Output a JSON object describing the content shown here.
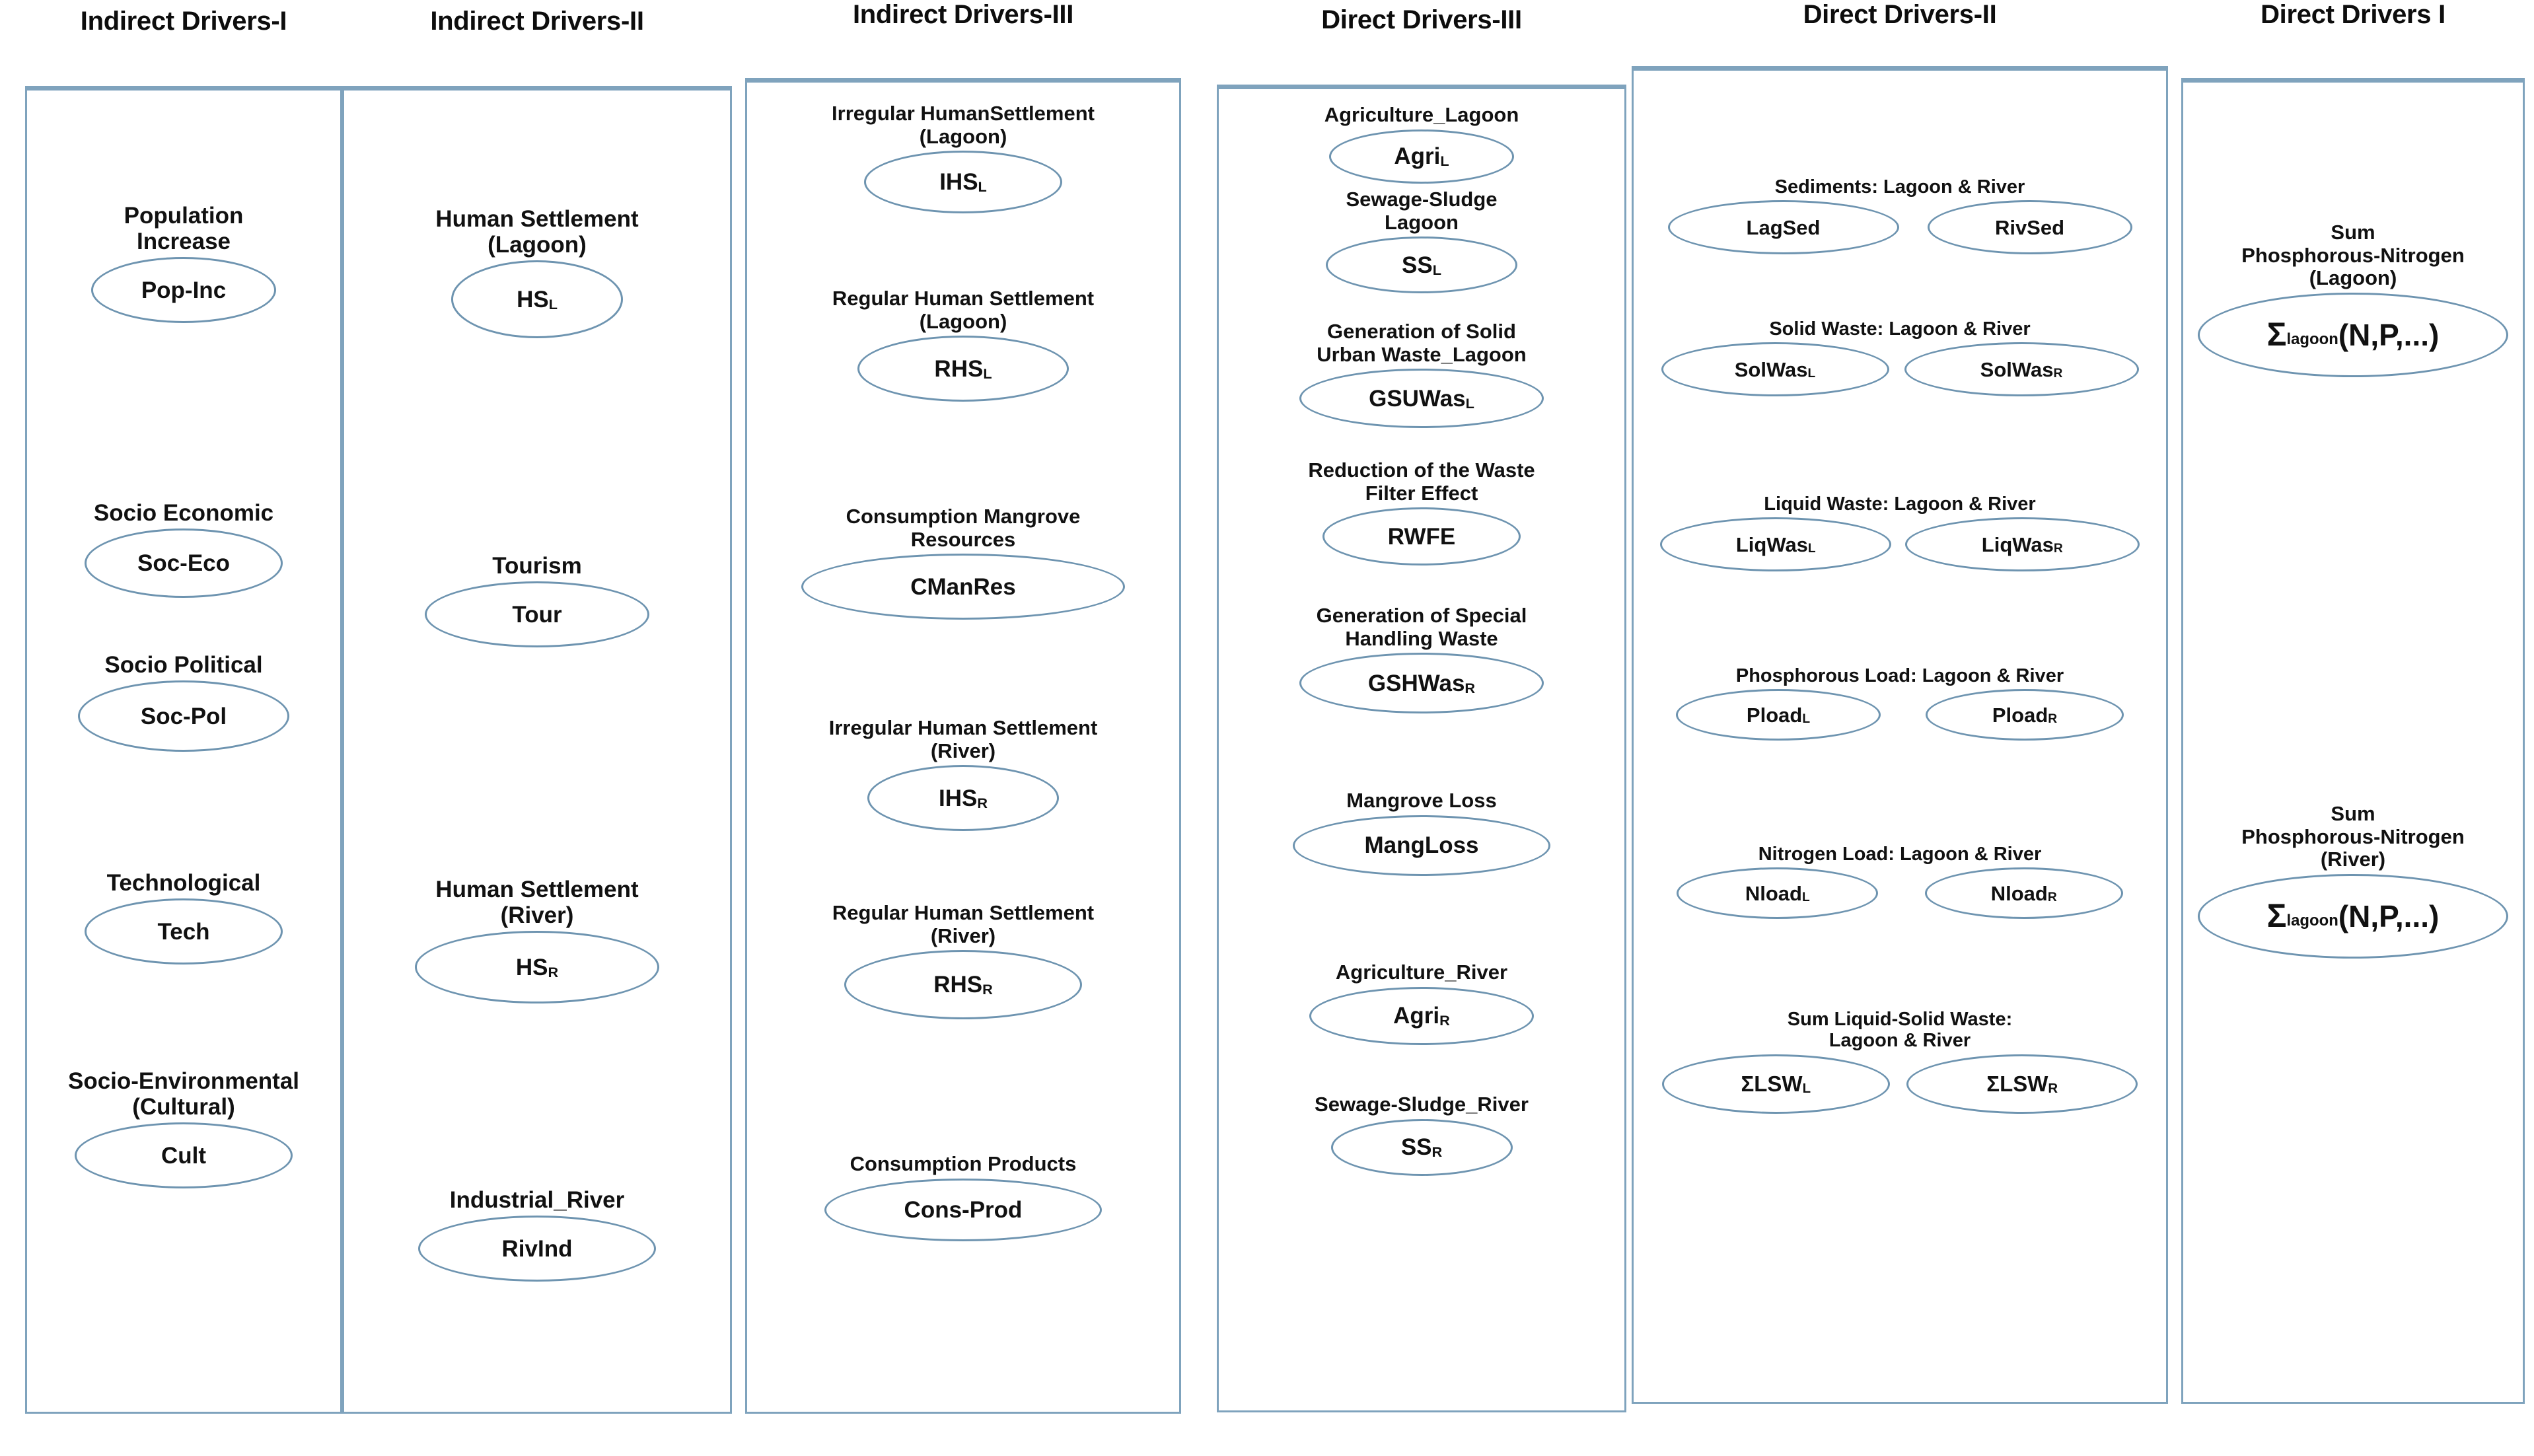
{
  "figure": {
    "type": "conceptual-driver-diagram",
    "accent_color": "#7fa3bd",
    "text_color": "#111111",
    "background": "#ffffff"
  },
  "columns": [
    {
      "id": "indirect-drivers-1",
      "title": "Indirect Drivers-I",
      "nodes": [
        {
          "label": "Population\nIncrease",
          "code": "Pop-Inc"
        },
        {
          "label": "Socio Economic",
          "code": "Soc-Eco"
        },
        {
          "label": "Socio Political",
          "code": "Soc-Pol"
        },
        {
          "label": "Technological",
          "code": "Tech"
        },
        {
          "label": "Socio-Environmental\n(Cultural)",
          "code": "Cult"
        }
      ]
    },
    {
      "id": "indirect-drivers-2",
      "title": "Indirect Drivers-II",
      "nodes": [
        {
          "label": "Human Settlement\n(Lagoon)",
          "code": "HS",
          "sub": "L"
        },
        {
          "label": "Tourism",
          "code": "Tour"
        },
        {
          "label": "Human Settlement\n(River)",
          "code": "HS",
          "sub": "R"
        },
        {
          "label": "Industrial_River",
          "code": "RivInd"
        }
      ]
    },
    {
      "id": "indirect-drivers-3",
      "title": "Indirect Drivers-III",
      "nodes": [
        {
          "label": "Irregular HumanSettlement\n(Lagoon)",
          "code": "IHS",
          "sub": "L"
        },
        {
          "label": "Regular Human Settlement\n(Lagoon)",
          "code": "RHS",
          "sub": "L"
        },
        {
          "label": "Consumption Mangrove\nResources",
          "code": "CManRes"
        },
        {
          "label": "Irregular Human Settlement\n(River)",
          "code": "IHS",
          "sub": "R"
        },
        {
          "label": "Regular Human Settlement\n(River)",
          "code": "RHS",
          "sub": "R"
        },
        {
          "label": "Consumption Products",
          "code": "Cons-Prod"
        }
      ]
    },
    {
      "id": "direct-drivers-3",
      "title": "Direct Drivers-III",
      "nodes": [
        {
          "label": "Agriculture_Lagoon",
          "code": "Agri",
          "sub": "L"
        },
        {
          "label": "Sewage-Sludge\nLagoon",
          "code": "SS",
          "sub": "L"
        },
        {
          "label": "Generation of Solid\nUrban Waste_Lagoon",
          "code": "GSUWas",
          "sub": "L"
        },
        {
          "label": "Reduction of the Waste\nFilter Effect",
          "code": "RWFE"
        },
        {
          "label": "Generation of Special\nHandling Waste",
          "code": "GSHWas",
          "sub": "R"
        },
        {
          "label": "Mangrove Loss",
          "code": "MangLoss"
        },
        {
          "label": "Agriculture_River",
          "code": "Agri",
          "sub": "R"
        },
        {
          "label": "Sewage-Sludge_River",
          "code": "SS",
          "sub": "R"
        }
      ]
    },
    {
      "id": "direct-drivers-2",
      "title": "Direct Drivers-II",
      "node_pairs": [
        {
          "label": "Sediments: Lagoon & River",
          "left": {
            "code": "LagSed"
          },
          "right": {
            "code": "RivSed"
          }
        },
        {
          "label": "Solid Waste: Lagoon & River",
          "left": {
            "code": "SolWas",
            "sub": "L"
          },
          "right": {
            "code": "SolWas",
            "sub": "R"
          }
        },
        {
          "label": "Liquid Waste: Lagoon & River",
          "left": {
            "code": "LiqWas",
            "sub": "L"
          },
          "right": {
            "code": "LiqWas",
            "sub": "R"
          }
        },
        {
          "label": "Phosphorous Load: Lagoon & River",
          "left": {
            "code": "Pload",
            "sub": "L"
          },
          "right": {
            "code": "Pload",
            "sub": "R"
          }
        },
        {
          "label": "Nitrogen Load: Lagoon & River",
          "left": {
            "code": "Nload",
            "sub": "L"
          },
          "right": {
            "code": "Nload",
            "sub": "R"
          }
        },
        {
          "label": "Sum Liquid-Solid Waste:\nLagoon & River",
          "left": {
            "code": "ΣLSW",
            "sub": "L"
          },
          "right": {
            "code": "ΣLSW",
            "sub": "R"
          }
        }
      ]
    },
    {
      "id": "direct-drivers-1",
      "title": "Direct Drivers I",
      "nodes": [
        {
          "label": "Sum\nPhosphorous-Nitrogen\n(Lagoon)",
          "code": "Σ",
          "sub": "lagoon",
          "suffix": "(N,P,...)"
        },
        {
          "label": "Sum\nPhosphorous-Nitrogen\n(River)",
          "code": "Σ",
          "sub": "lagoon",
          "suffix": "(N,P,...)"
        }
      ]
    }
  ]
}
